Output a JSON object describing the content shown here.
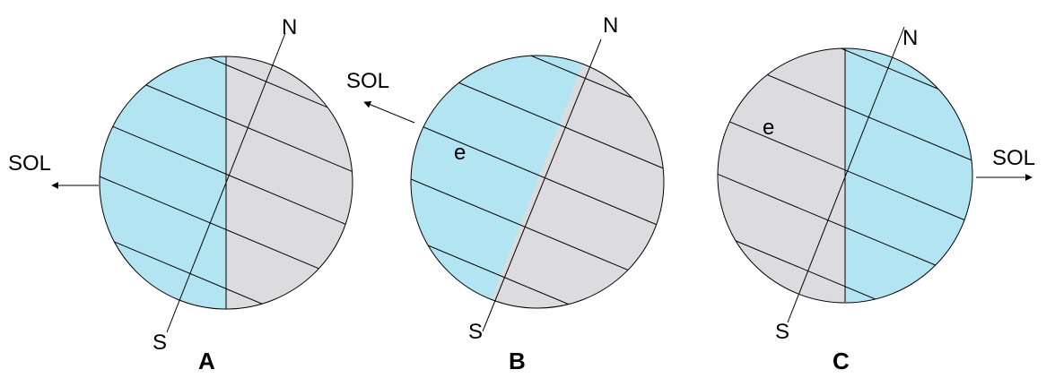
{
  "colors": {
    "lit": "#b3e4f2",
    "dark": "#dcdcdf",
    "stroke": "#000000"
  },
  "globes": [
    {
      "caption": "A",
      "sun_label": "SOL",
      "north": "N",
      "south": "S",
      "latitude_label": ""
    },
    {
      "caption": "B",
      "sun_label": "SOL",
      "north": "N",
      "south": "S",
      "latitude_label": "e"
    },
    {
      "caption": "C",
      "sun_label": "SOL",
      "north": "N",
      "south": "S",
      "latitude_label": "e"
    }
  ]
}
